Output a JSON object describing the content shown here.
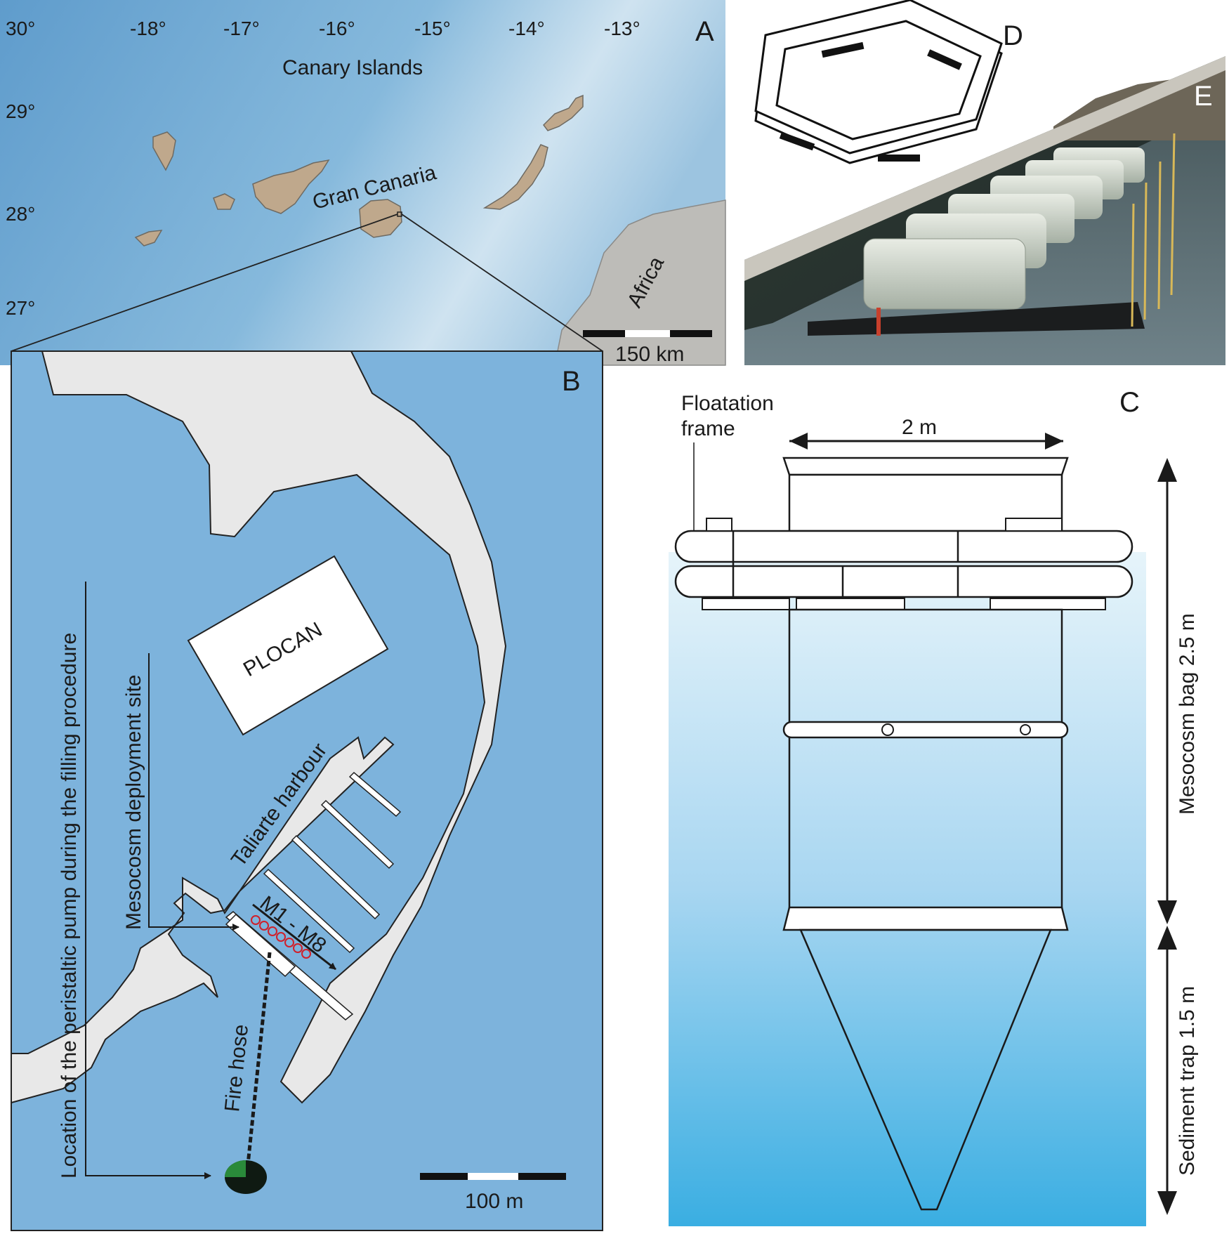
{
  "panels": {
    "a": "A",
    "b": "B",
    "c": "C",
    "d": "D",
    "e": "E"
  },
  "map_a": {
    "lat_labels": [
      "30°",
      "29°",
      "28°",
      "27°"
    ],
    "lon_labels": [
      "-18°",
      "-17°",
      "-16°",
      "-15°",
      "-14°",
      "-13°"
    ],
    "region_label": "Canary Islands",
    "island_label": "Gran Canaria",
    "continent_label": "Africa",
    "scale_label": "150 km"
  },
  "map_b": {
    "building_label": "PLOCAN",
    "harbour_label": "Taliarte harbour",
    "mesocosm_range": "M1 - M8",
    "deployment_label": "Mesocosm deployment site",
    "pump_label": "Location of the peristaltic pump during the filling procedure",
    "hose_label": "Fire hose",
    "scale_label": "100 m"
  },
  "diagram_c": {
    "frame_label_line1": "Floatation",
    "frame_label_line2": "frame",
    "width_label": "2 m",
    "bag_label": "Mesocosm bag 2.5 m",
    "trap_label": "Sediment trap 1.5 m"
  },
  "colors": {
    "sea_a": "#7fb0d6",
    "sea_b": "#7db3dc",
    "land": "#e8e8e8",
    "island": "#bfa88c",
    "water_top": "#e4f3fa",
    "water_bottom": "#3aaee2"
  }
}
